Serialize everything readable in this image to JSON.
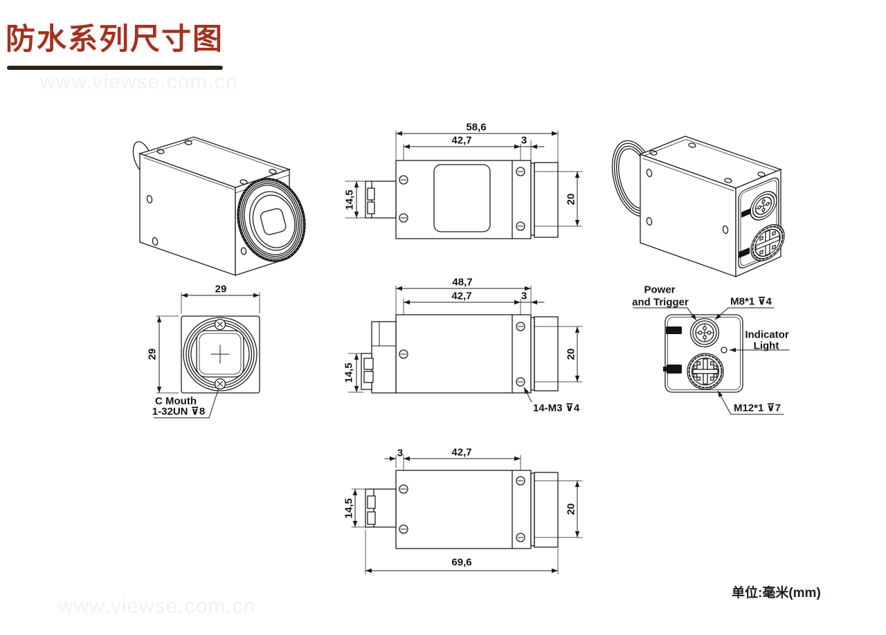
{
  "title": "防水系列尺寸图",
  "watermark_top": "www.viewse.com.cn",
  "watermark_bottom": "www.viewse.com.cn",
  "unit_note": "单位:毫米(mm)",
  "colors": {
    "title_red": "#a53120",
    "rule_dark": "#2b2118",
    "ink": "#1a1a1a",
    "watermark_gray": "#f1f1f1"
  },
  "views": {
    "side_top": {
      "dim_total_width": "58,6",
      "dim_screw_span": "42,7",
      "dim_edge_offset": "3",
      "dim_connector_height": "14,5",
      "dim_screw_vertical": "20"
    },
    "front": {
      "dim_width": "29",
      "dim_height": "29",
      "label_mount_line1": "C Mouth",
      "label_mount_line2": "1-32UN ⊽8"
    },
    "side_mid": {
      "dim_total_width": "48,7",
      "dim_screw_span": "42,7",
      "dim_edge_offset": "3",
      "dim_connector_height": "14,5",
      "dim_screw_vertical": "20",
      "label_screws": "14-M3 ⊽4"
    },
    "rear": {
      "label_power_line1": "Power",
      "label_power_line2": "and Trigger",
      "label_m8": "M8*1 ⊽4",
      "label_indicator_line1": "Indicator",
      "label_indicator_line2": "Light",
      "label_m12": "M12*1 ⊽7"
    },
    "bottom": {
      "dim_edge_offset": "3",
      "dim_screw_span": "42,7",
      "dim_connector_height": "14,5",
      "dim_screw_vertical": "20",
      "dim_total_length": "69,6"
    }
  }
}
